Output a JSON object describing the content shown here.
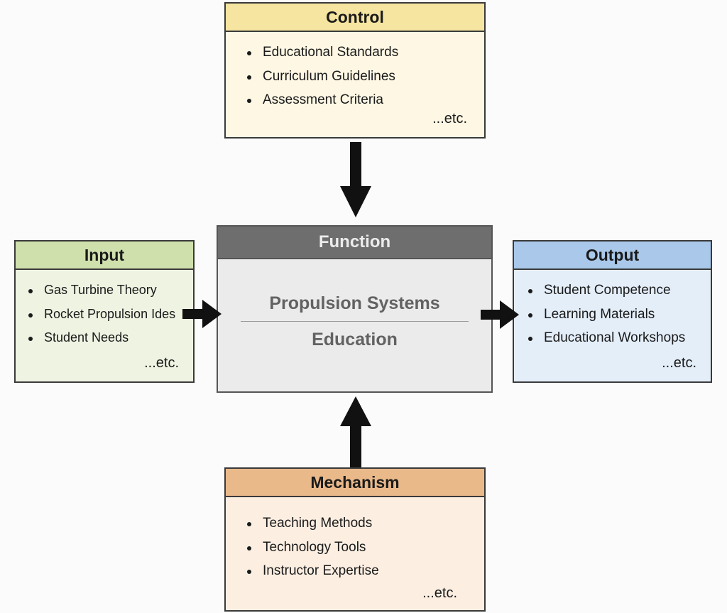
{
  "control": {
    "title": "Control",
    "items": [
      "Educational Standards",
      "Curriculum Guidelines",
      "Assessment Criteria"
    ],
    "etc": "...etc.",
    "header_color": "#f6e5a0",
    "body_color": "#fdf7e4"
  },
  "input": {
    "title": "Input",
    "items": [
      "Gas Turbine Theory",
      "Rocket Propulsion Ides",
      "Student Needs"
    ],
    "etc": "...etc.",
    "header_color": "#cfe0ad",
    "body_color": "#eef3e2"
  },
  "function": {
    "title": "Function",
    "line1": "Propulsion Systems",
    "line2": "Education",
    "header_color": "#6e6e6e",
    "body_color": "#ebebeb"
  },
  "output": {
    "title": "Output",
    "items": [
      "Student Competence",
      "Learning Materials",
      "Educational Workshops"
    ],
    "etc": "...etc.",
    "header_color": "#a9c8ea",
    "body_color": "#e4eef9"
  },
  "mechanism": {
    "title": "Mechanism",
    "items": [
      "Teaching Methods",
      "Technology Tools",
      "Instructor Expertise"
    ],
    "etc": "...etc.",
    "header_color": "#eab98a",
    "body_color": "#fcefe2"
  },
  "arrows": {
    "color": "#111111",
    "connections": [
      {
        "from": "control",
        "to": "function"
      },
      {
        "from": "input",
        "to": "function"
      },
      {
        "from": "function",
        "to": "output"
      },
      {
        "from": "mechanism",
        "to": "function"
      }
    ]
  }
}
